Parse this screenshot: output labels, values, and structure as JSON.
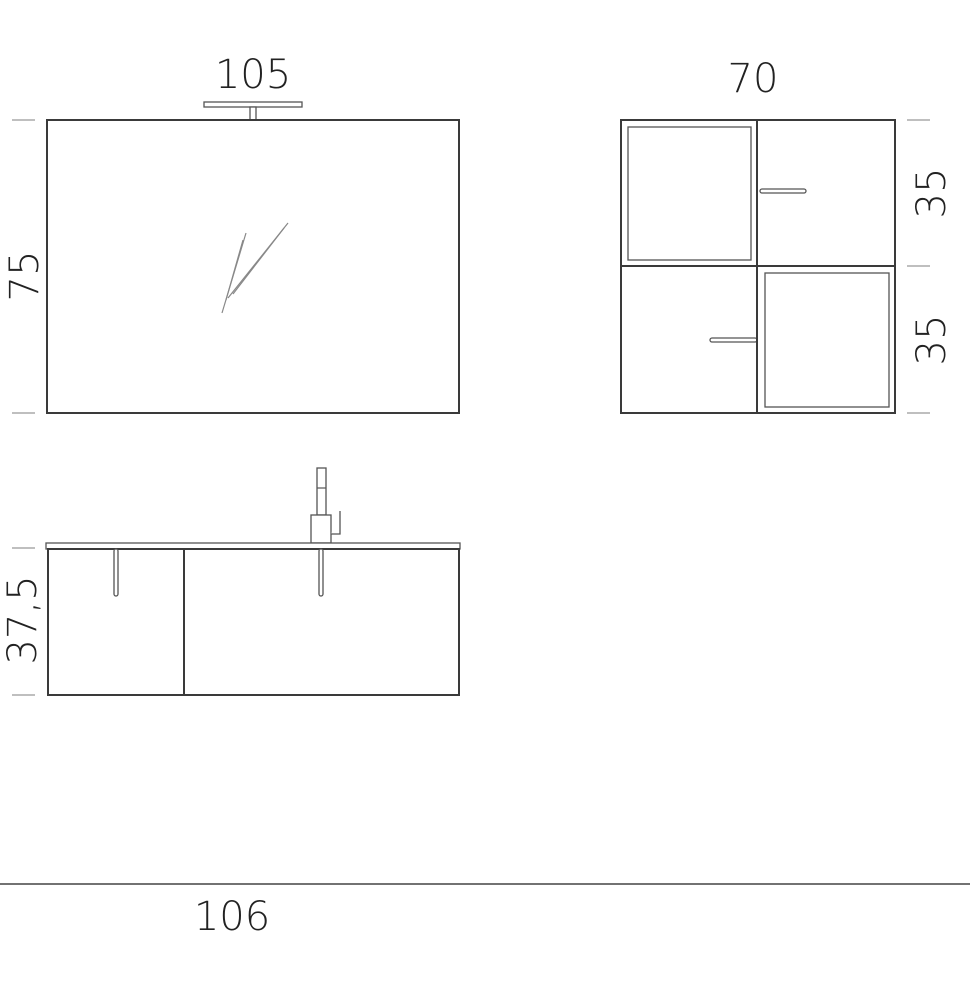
{
  "mirror": {
    "width_label": "105",
    "height_label": "75"
  },
  "wall_cabinet": {
    "width_label": "70",
    "upper_height_label": "35",
    "lower_height_label": "35"
  },
  "base_unit": {
    "height_label": "37,5"
  },
  "overall": {
    "width_label": "106"
  }
}
